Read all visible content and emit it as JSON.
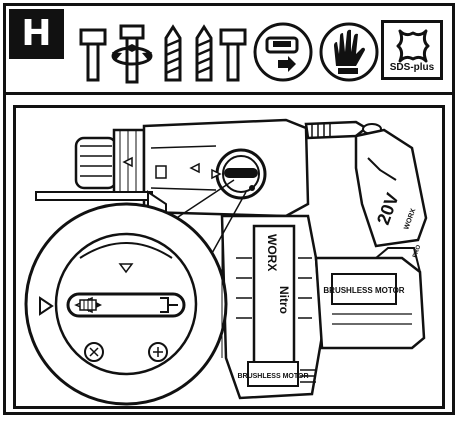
{
  "step": {
    "letter": "H"
  },
  "header": {
    "icons": [
      "hammer-icon",
      "rotation-stop-icon",
      "drill-bit-icon",
      "chisel-bit-icon",
      "battery-insert-icon",
      "safety-gloves-icon",
      "sds-plus-chuck-icon"
    ],
    "sds_label": "SDS-plus"
  },
  "drill": {
    "handle_voltage": "20V",
    "handle_small_text": "WORX",
    "body_brand": "WORX",
    "body_line": "Nitro",
    "side_badge": "BRUSHLESS MOTOR",
    "bottom_badge": "BRUSHLESS MOTOR",
    "handle_tag": "PRO"
  },
  "colors": {
    "ink": "#111111",
    "paper": "#ffffff",
    "shade": "#cfcfcf"
  }
}
